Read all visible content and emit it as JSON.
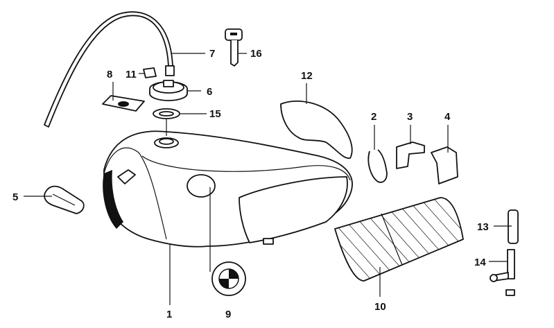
{
  "diagram": {
    "type": "exploded parts diagram",
    "callouts": [
      {
        "id": "1",
        "label": "1"
      },
      {
        "id": "2",
        "label": "2"
      },
      {
        "id": "3",
        "label": "3"
      },
      {
        "id": "4",
        "label": "4"
      },
      {
        "id": "5",
        "label": "5"
      },
      {
        "id": "6",
        "label": "6"
      },
      {
        "id": "7",
        "label": "7"
      },
      {
        "id": "8",
        "label": "8"
      },
      {
        "id": "9",
        "label": "9"
      },
      {
        "id": "10",
        "label": "10"
      },
      {
        "id": "11",
        "label": "11"
      },
      {
        "id": "12",
        "label": "12"
      },
      {
        "id": "13",
        "label": "13"
      },
      {
        "id": "14",
        "label": "14"
      },
      {
        "id": "15",
        "label": "15"
      },
      {
        "id": "16",
        "label": "16"
      }
    ]
  }
}
